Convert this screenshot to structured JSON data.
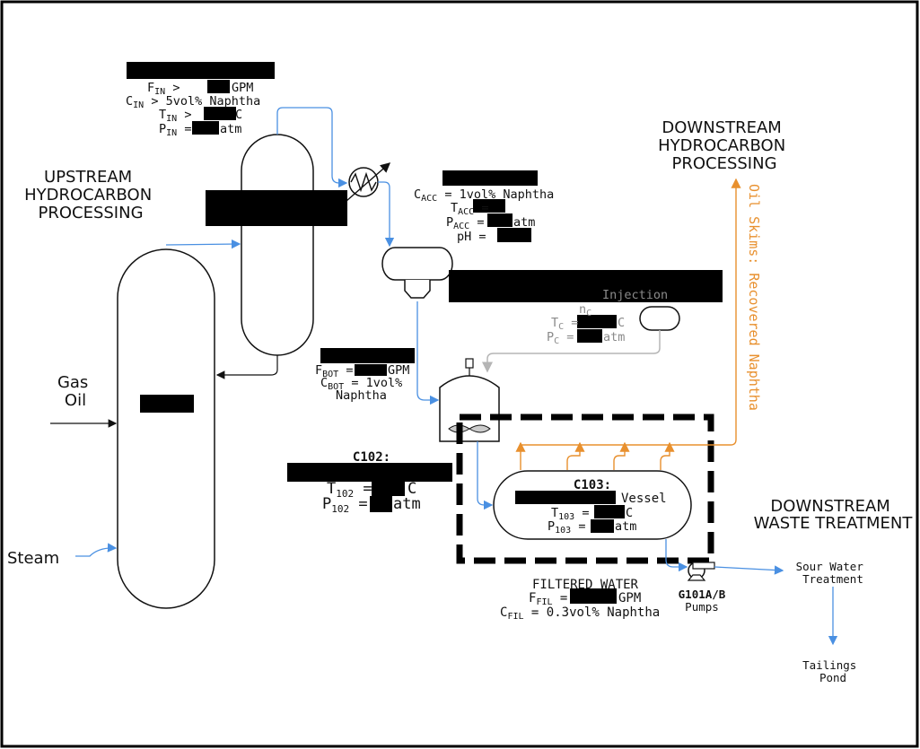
{
  "labels": {
    "upstream": [
      "UPSTREAM",
      "HYDROCARBON",
      "PROCESSING"
    ],
    "downstream_hc": [
      "DOWNSTREAM",
      "HYDROCARBON",
      "PROCESSING"
    ],
    "downstream_waste": [
      "DOWNSTREAM",
      "WASTE TREATMENT"
    ],
    "gas_oil": [
      "Gas",
      "Oil"
    ],
    "steam": "Steam",
    "oil_skims": "Oil Skims: Recovered Naphtha",
    "sour_water": [
      "Sour Water",
      "Treatment"
    ],
    "tailings": [
      "Tailings",
      "Pond"
    ],
    "pumps_tag": "G101A/B",
    "pumps": "Pumps"
  },
  "feed_block": {
    "f_in": {
      "sym": "F",
      "sub": "IN",
      "pre": " > ",
      "post": "GPM"
    },
    "c_in": {
      "sym": "C",
      "sub": "IN",
      "pre": " > 5vol% Naphtha",
      "post": ""
    },
    "t_in": {
      "sym": "T",
      "sub": "IN",
      "pre": " >",
      "post": "C"
    },
    "p_in": {
      "sym": "P",
      "sub": "IN",
      "pre": " =",
      "post": "atm"
    }
  },
  "accumulator_block": {
    "c_acc": {
      "sym": "C",
      "sub": "ACC",
      "pre": " = 1vol% Naphtha",
      "post": ""
    },
    "t_acc": {
      "sym": "T",
      "sub": "ACC",
      "pre": " =",
      "post": ""
    },
    "p_acc": {
      "sym": "P",
      "sub": "ACC",
      "pre": " =",
      "post": "atm"
    },
    "ph": {
      "sym": "pH",
      "pre": " =",
      "post": ""
    }
  },
  "injection_block": {
    "title": "Injection",
    "n_c": {
      "sym": "n",
      "sub": "C"
    },
    "t_c": {
      "sym": "T",
      "sub": "C",
      "pre": " =",
      "post": "C"
    },
    "p_c": {
      "sym": "P",
      "sub": "C",
      "pre": " =",
      "post": "atm"
    }
  },
  "bottoms_block": {
    "f_bot": {
      "sym": "F",
      "sub": "BOT",
      "pre": " =",
      "post": "GPM"
    },
    "c_bot": {
      "sym": "C",
      "sub": "BOT",
      "pre": " = 1vol%",
      "post": ""
    },
    "naphtha": "Naphtha"
  },
  "c102_block": {
    "tag": "C102:",
    "t_102": {
      "sym": "T",
      "sub": "102",
      "pre": " =",
      "post": "C"
    },
    "p_102": {
      "sym": "P",
      "sub": "102",
      "pre": " =",
      "post": "atm"
    }
  },
  "c103_block": {
    "tag": "C103:",
    "vessel": "Vessel",
    "t_103": {
      "sym": "T",
      "sub": "103",
      "pre": " =",
      "post": "C"
    },
    "p_103": {
      "sym": "P",
      "sub": "103",
      "pre": " =",
      "post": "atm"
    }
  },
  "filtered_block": {
    "title": "FILTERED WATER",
    "f_fil": {
      "sym": "F",
      "sub": "FIL",
      "pre": " =",
      "post": "GPM"
    },
    "c_fil": {
      "sym": "C",
      "sub": "FIL",
      "pre": " = 0.3vol% Naphtha",
      "post": ""
    }
  },
  "colors": {
    "process_line": "#4a90e2",
    "oil_skims": "#e8902e",
    "chemical_line": "#b5b5b5",
    "redaction": "#000000"
  }
}
